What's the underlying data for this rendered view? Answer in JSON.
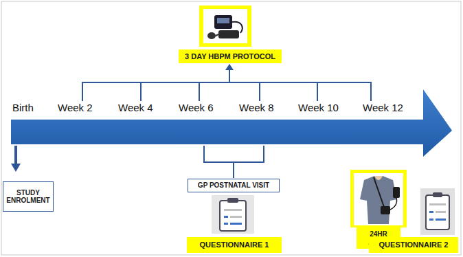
{
  "diagram": {
    "nodes": [
      {
        "text": [
          "3 DAY HBPM PROTOCOL"
        ]
      },
      {
        "text": [
          "STUDY ENROLMENT"
        ]
      },
      {
        "text": [
          "GP POSTNATAL VISIT"
        ]
      },
      {
        "text": [
          "QUESTIONNAIRE 1"
        ]
      },
      {
        "text": [
          "24HR ABPM"
        ]
      },
      {
        "text": [
          "QUESTIONNAIRE 2"
        ]
      }
    ],
    "labels": [
      "Birth",
      "Week 2",
      "Week 4",
      "Week 6",
      "Week 8",
      "Week 10",
      "Week 12"
    ]
  }
}
